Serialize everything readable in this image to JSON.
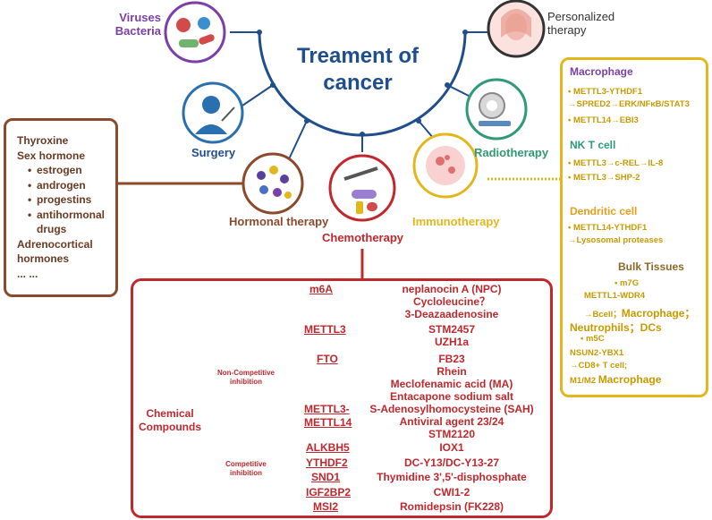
{
  "center_title": [
    "Treament of",
    "cancer"
  ],
  "treatments": {
    "viruses": [
      "Viruses",
      "Bacteria"
    ],
    "surgery": "Surgery",
    "hormonal": "Hormonal therapy",
    "chemotherapy": "Chemotherapy",
    "immunotherapy": "Immunotherapy",
    "radiotherapy": "Radiotherapy",
    "personalized": [
      "Personalized",
      "therapy"
    ]
  },
  "hormonal_box": [
    {
      "text": "Thyroxine",
      "level": 0
    },
    {
      "text": "Sex hormone",
      "level": 0
    },
    {
      "text": "estrogen",
      "level": 1
    },
    {
      "text": "androgen",
      "level": 1
    },
    {
      "text": "progestins",
      "level": 1
    },
    {
      "text": "antihormonal",
      "level": 1
    },
    {
      "text": "drugs",
      "level": 2
    },
    {
      "text": "Adrenocortical",
      "level": 0
    },
    {
      "text": "hormones",
      "level": 0
    },
    {
      "text": "... ...",
      "level": 0
    }
  ],
  "immuno_box": {
    "macrophage": {
      "title": "Macrophage",
      "items": [
        "METTL3-YTHDF1",
        "→SPRED2→ERK/NFκB/STAT3",
        "METTL14→EBI3"
      ]
    },
    "nkt": {
      "title": "NK T cell",
      "items": [
        "METTL3→c-REL→IL-8",
        "METTL3→SHP-2"
      ]
    },
    "dendritic": {
      "title": "Dendritic cell",
      "items": [
        "METTL14-YTHDF1",
        "→Lysosomal proteases"
      ]
    },
    "bulk": {
      "title": "Bulk Tissues",
      "items": [
        "m7G",
        "METTL1-WDR4",
        "→Bcell；",
        "Macrophage；",
        "Neutrophils；",
        "DCs",
        "m5C",
        "NSUN2-YBX1",
        "→CD8+ T cell;",
        "M1/M2",
        "Macrophage"
      ]
    }
  },
  "chemo_box": {
    "compounds_label": [
      "Chemical",
      "Compounds"
    ],
    "noncompetitive": [
      "Non-Competitive",
      "inhibition"
    ],
    "competitive": [
      "Competitive",
      "inhibition"
    ],
    "rows": [
      {
        "target": [
          "m6A"
        ],
        "drugs": [
          "neplanocin A (NPC)",
          "Cycloleucine？",
          "3-Deazaadenosine"
        ]
      },
      {
        "target": [
          "METTL3"
        ],
        "drugs": [
          "STM2457",
          "UZH1a"
        ]
      },
      {
        "target": [
          "FTO"
        ],
        "drugs": [
          "FB23",
          "Rhein",
          "Meclofenamic acid (MA)",
          "Entacapone sodium salt"
        ]
      },
      {
        "target": [
          "METTL3-",
          "METTL14"
        ],
        "drugs": [
          "S-Adenosylhomocysteine (SAH)",
          "Antiviral agent 23/24",
          "STM2120"
        ]
      },
      {
        "target": [
          "ALKBH5"
        ],
        "drugs": [
          "IOX1"
        ]
      },
      {
        "target": [
          "YTHDF2"
        ],
        "drugs": [
          "DC-Y13/DC-Y13-27"
        ]
      },
      {
        "target": [
          "SND1"
        ],
        "drugs": [
          "Thymidine 3',5'-disphosphate"
        ]
      },
      {
        "target": [
          "IGF2BP2"
        ],
        "drugs": [
          "CWI1-2"
        ]
      },
      {
        "target": [
          "MSI2"
        ],
        "drugs": [
          "Romidepsin (FK228)"
        ]
      }
    ]
  },
  "colors": {
    "blue": "#1f4e8c",
    "brown": "#8a4a2b",
    "gold": "#e3b71c",
    "red": "#c0282d",
    "purple": "#7b3fa8",
    "green": "#2f9a74"
  }
}
